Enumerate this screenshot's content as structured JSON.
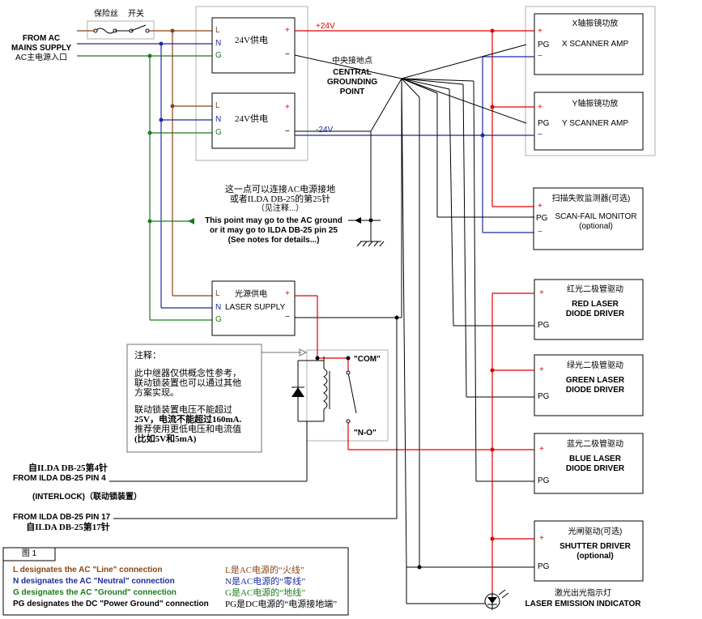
{
  "mains": {
    "line1": "FROM AC",
    "line2": "MAINS SUPPLY",
    "line3": "AC主电源入口"
  },
  "fuse_label": "保险丝",
  "switch_label": "开关",
  "terminals": {
    "L": "L",
    "N": "N",
    "G": "G",
    "plus": "+",
    "minus": "−",
    "pg": "PG"
  },
  "psu1": {
    "title": "24V供电",
    "rail": "+24V"
  },
  "psu2": {
    "title": "24V供电",
    "rail": "-24V"
  },
  "laser_supply": {
    "title_cn": "光源供电",
    "title_en": "LASER SUPPLY"
  },
  "central_ground": {
    "cn": "中央接地点",
    "en1": "CENTRAL",
    "en2": "GROUNDING",
    "en3": "POINT"
  },
  "ground_note": {
    "cn1": "这一点可以连接AC电源接地",
    "cn2": "或者ILDA DB-25的第25针",
    "cn3": "（见注释...）",
    "en1": "This point may go to the AC ground",
    "en2": "or it may go to ILDA DB-25 pin 25",
    "en3": "(See notes for details...)"
  },
  "x_amp": {
    "cn": "X轴振镜功放",
    "en": "X SCANNER AMP"
  },
  "y_amp": {
    "cn": "Y轴振镜功放",
    "en": "Y SCANNER AMP"
  },
  "scanfail": {
    "cn": "扫描失败监测器(可选)",
    "en1": "SCAN-FAIL MONITOR",
    "en2": "(optional)"
  },
  "red_driver": {
    "cn": "红光二极管驱动",
    "en1": "RED LASER",
    "en2": "DIODE DRIVER"
  },
  "green_driver": {
    "cn": "绿光二极管驱动",
    "en1": "GREEN LASER",
    "en2": "DIODE DRIVER"
  },
  "blue_driver": {
    "cn": "蓝光二极管驱动",
    "en1": "BLUE LASER",
    "en2": "DIODE DRIVER"
  },
  "shutter": {
    "cn": "光闸驱动(可选)",
    "en1": "SHUTTER DRIVER",
    "en2": "(optional)"
  },
  "indicator": {
    "cn": "激光出光指示灯",
    "en": "LASER EMISSION INDICATOR"
  },
  "relay": {
    "com": "\"COM\"",
    "no": "\"N-O\""
  },
  "relay_note": {
    "title": "注释：",
    "l1": "此中继器仅供概念性参考，",
    "l2": "联动锁装置也可以通过其他",
    "l3": "方案实现。",
    "l4": "联动锁装置电压不能超过",
    "l5": "25V，电流不能超过160mA.",
    "l6": "推荐使用更低电压和电流值",
    "l7": "(比如5V和5mA)"
  },
  "pin4": {
    "cn": "自ILDA DB-25第4针",
    "en": "FROM ILDA DB-25 PIN 4"
  },
  "interlock": "(INTERLOCK)（联动锁装置）",
  "pin17": {
    "en": "FROM ILDA DB-25 PIN 17",
    "cn": "自ILDA DB-25第17针"
  },
  "legend": {
    "title": "图 1",
    "l_en": "L designates the AC \"Line\" connection",
    "n_en": "N designates the AC \"Neutral\" connection",
    "g_en": "G designates the AC \"Ground\" connection",
    "pg_en": "PG designates the DC \"Power Ground\" connection",
    "l_cn": "L是AC电源的“火线”",
    "n_cn": "N是AC电源的“零线”",
    "g_cn": "G是AC电源的“地线”",
    "pg_cn": "PG是DC电源的“电源接地端”"
  },
  "colors": {
    "line": "#8b4513",
    "neutral": "#1f2b9e",
    "ground": "#1b7a1b",
    "positive": "#e10000",
    "negative": "#1f2b9e",
    "pg": "#000000"
  }
}
